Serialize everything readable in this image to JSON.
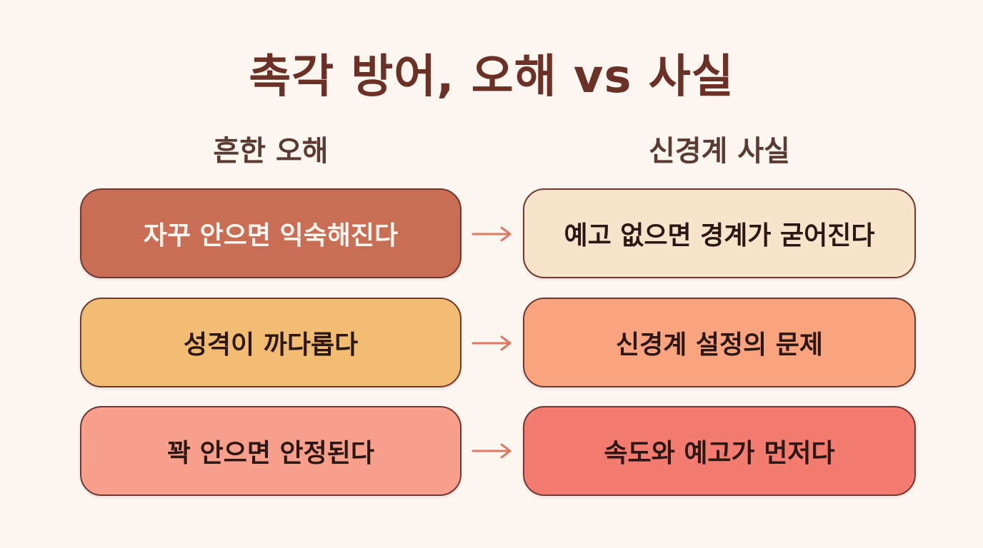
{
  "title": "촉각 방어, 오해 vs 사실",
  "columns": {
    "left_header": "흔한 오해",
    "right_header": "신경계 사실"
  },
  "rows": [
    {
      "myth": "자꾸 안으면 익숙해진다",
      "fact": "예고 없으면 경계가 굳어진다"
    },
    {
      "myth": "성격이 까다롭다",
      "fact": "신경계 설정의 문제"
    },
    {
      "myth": "꽉 안으면 안정된다",
      "fact": "속도와 예고가 먼저다"
    }
  ],
  "colors": {
    "background": "#fcf6f1",
    "title": "#6b3026",
    "border": "#6e3a31",
    "arrow": "#d97a66",
    "myth_1": "#c96d55",
    "myth_2": "#f3bc73",
    "myth_3": "#f8a08c",
    "fact_1": "#f8e3cb",
    "fact_2": "#f9a37f",
    "fact_3": "#f37b70"
  },
  "icons": {
    "row_connector": "arrow-right-icon"
  }
}
